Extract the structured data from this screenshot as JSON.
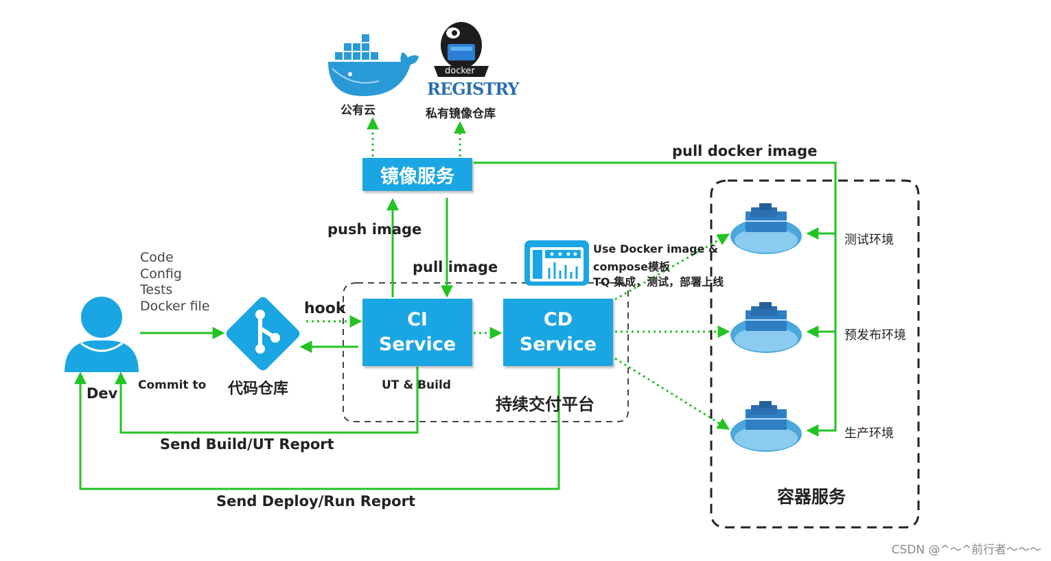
{
  "public_cloud": {
    "label": "公有云"
  },
  "private_registry": {
    "logo_top": "docker",
    "logo_main": "REGISTRY",
    "label": "私有镜像仓库"
  },
  "image_service": {
    "label": "镜像服务"
  },
  "ci_service": {
    "line1": "CI",
    "line2": "Service"
  },
  "cd_service": {
    "line1": "CD",
    "line2": "Service"
  },
  "dev": {
    "label": "Dev"
  },
  "repo": {
    "label": "代码仓库"
  },
  "code_items": [
    "Code",
    "Config",
    "Tests",
    "Docker file"
  ],
  "platform": {
    "label": "持续交付平台"
  },
  "container_services": {
    "label": "容器服务",
    "environments": [
      "测试环境",
      "预发布环境",
      "生产环境"
    ]
  },
  "arrows": {
    "push_image": "push image",
    "pull_image": "pull image",
    "pull_docker_image": "pull docker image",
    "hook": "hook",
    "commit_to": "Commit to",
    "ut_build": "UT & Build",
    "send_build_report": "Send Build/UT Report",
    "send_deploy_report": "Send Deploy/Run Report"
  },
  "compose_note": {
    "line1": "Use Docker image &",
    "line2": "compose模板",
    "line3": "TQ 集成，测试，部署上线"
  },
  "watermark": "CSDN @^～^前行者～～～",
  "colors": {
    "accent": "#1aa6e2",
    "arrow": "#22c322",
    "dashed": "#333333"
  }
}
